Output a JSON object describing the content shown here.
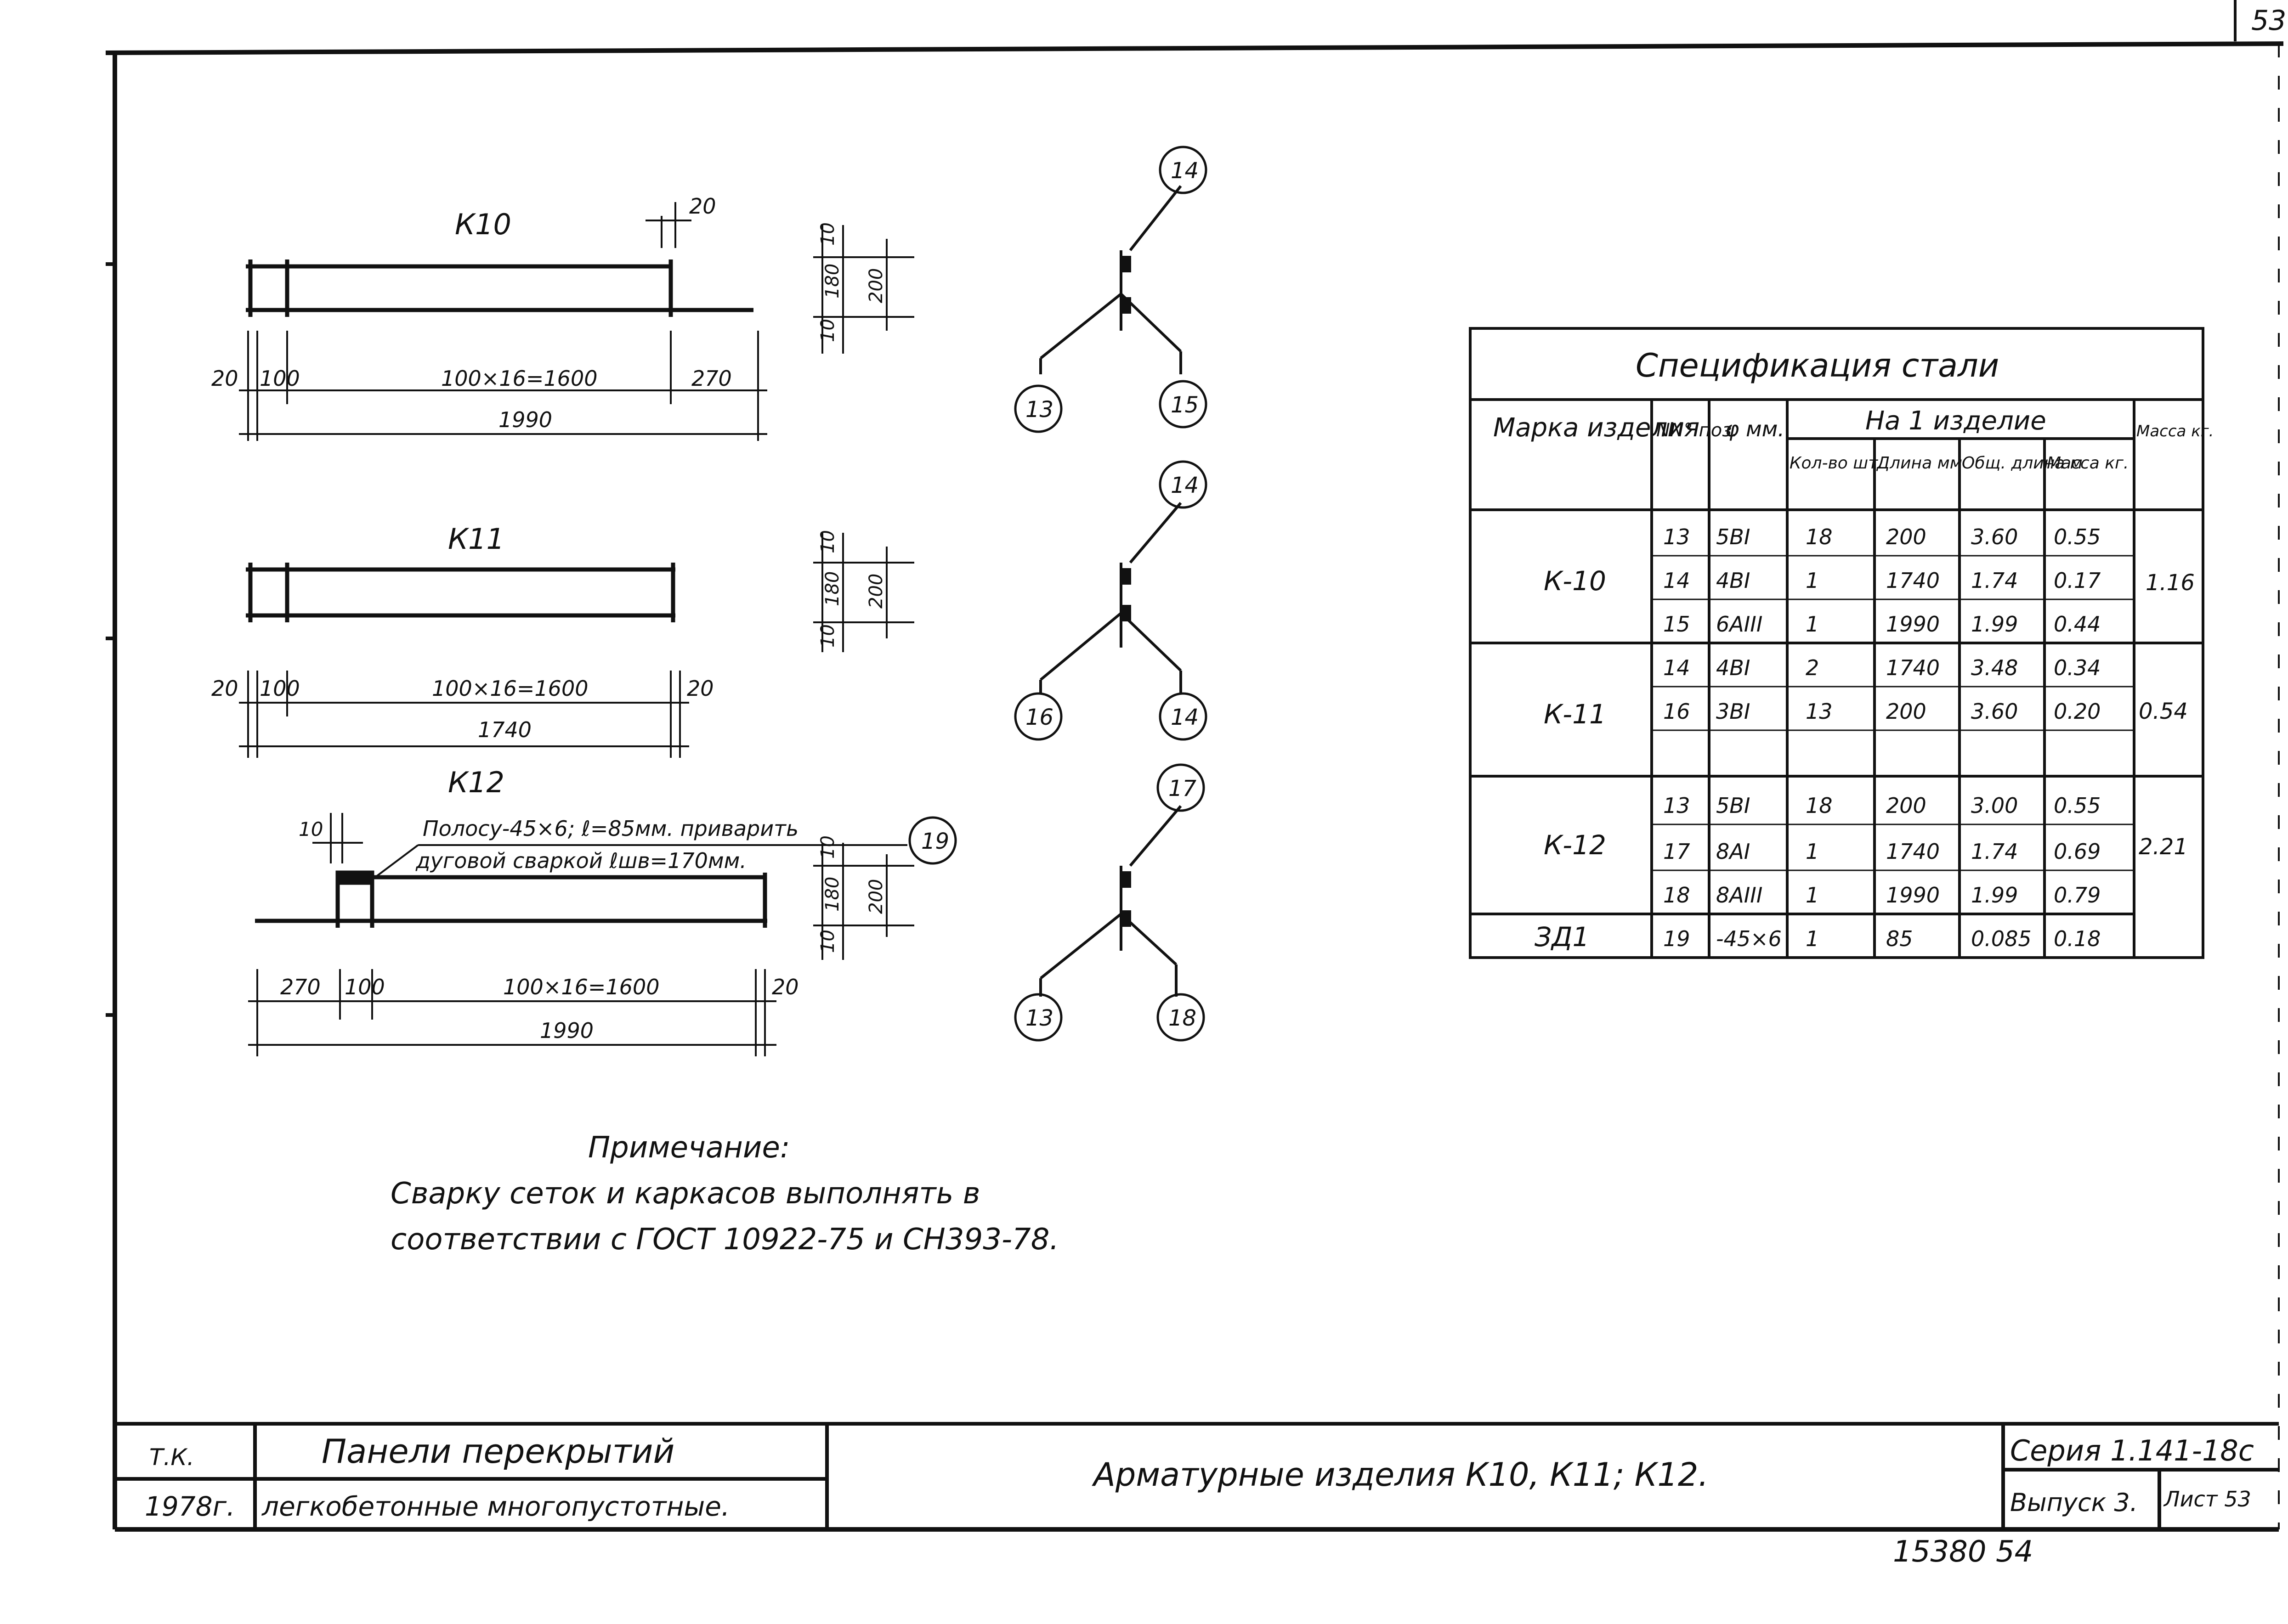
{
  "page_corner": "53",
  "drawings": {
    "k10": {
      "title": "К10",
      "dim_top": "20",
      "dim_left": "20",
      "dim_step": "100",
      "dim_run": "100×16=1600",
      "dim_right": "270",
      "dim_total": "1990",
      "side_10a": "10",
      "side_180": "180",
      "side_10b": "10",
      "side_200": "200"
    },
    "k11": {
      "title": "К11",
      "dim_left": "20",
      "dim_step": "100",
      "dim_run": "100×16=1600",
      "dim_right": "20",
      "dim_total": "1740",
      "side_10a": "10",
      "side_180": "180",
      "side_10b": "10",
      "side_200": "200"
    },
    "k12": {
      "title": "К12",
      "dim_small": "10",
      "note_line1": "Полосу-45×6; ℓ=85мм. приварить",
      "note_line2": "дуговой сваркой ℓшв=170мм.",
      "callout": "19",
      "dim_left": "270",
      "dim_step": "100",
      "dim_run": "100×16=1600",
      "dim_right": "20",
      "dim_total": "1990",
      "side_10a": "10",
      "side_180": "180",
      "side_10b": "10",
      "side_200": "200"
    }
  },
  "nodes": [
    {
      "top": "14",
      "left": "13",
      "right": "15"
    },
    {
      "top": "14",
      "left": "16",
      "right": "14"
    },
    {
      "top": "17",
      "left": "13",
      "right": "18"
    }
  ],
  "spec_table": {
    "title": "Спецификация стали",
    "headers": {
      "mark": "Марка изделия",
      "pos": "NN° поз.",
      "dia": "φ мм.",
      "per_item": "На 1 изделие",
      "qty": "Кол-во шт.",
      "length": "Длина мм",
      "total_len": "Общ. длина м",
      "mass": "Масса кг.",
      "mass_total": "Масса кг."
    },
    "rows": [
      [
        "13",
        "5ВI",
        "18",
        "200",
        "3.60",
        "0.55"
      ],
      [
        "14",
        "4ВI",
        "1",
        "1740",
        "1.74",
        "0.17"
      ],
      [
        "15",
        "6AIII",
        "1",
        "1990",
        "1.99",
        "0.44"
      ],
      [
        "14",
        "4ВI",
        "2",
        "1740",
        "3.48",
        "0.34"
      ],
      [
        "16",
        "3ВI",
        "13",
        "200",
        "3.60",
        "0.20"
      ],
      [
        "",
        "",
        "",
        "",
        "",
        ""
      ],
      [
        "13",
        "5ВI",
        "18",
        "200",
        "3.00",
        "0.55"
      ],
      [
        "17",
        "8AI",
        "1",
        "1740",
        "1.74",
        "0.69"
      ],
      [
        "18",
        "8AIII",
        "1",
        "1990",
        "1.99",
        "0.79"
      ],
      [
        "19",
        "-45×6",
        "1",
        "85",
        "0.085",
        "0.18"
      ]
    ],
    "groups": [
      {
        "mark": "К-10",
        "mass": "1.16"
      },
      {
        "mark": "К-11",
        "mass": "0.54"
      },
      {
        "mark": "К-12",
        "mass": "2.21"
      },
      {
        "mark": "ЗД1"
      }
    ]
  },
  "note": {
    "title": "Примечание:",
    "line1": "Сварку сеток и каркасов выполнять в",
    "line2": "соответствии с ГОСТ 10922-75 и СН393-78."
  },
  "title_block": {
    "org": "Т.К.",
    "year": "1978г.",
    "project_line1": "Панели перекрытий",
    "project_line2": "легкобетонные многопустотные.",
    "sheet_title": "Арматурные изделия К10, К11; К12.",
    "series": "Серия 1.141-18с",
    "issue": "Выпуск 3.",
    "sheet": "Лист 53"
  },
  "footer_code": "15380 54"
}
